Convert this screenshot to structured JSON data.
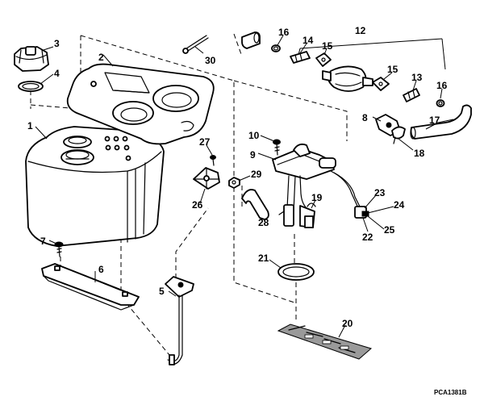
{
  "figure_ref": "PCA1381B",
  "callouts": [
    "1",
    "2",
    "3",
    "4",
    "5",
    "6",
    "7",
    "8",
    "9",
    "10",
    "12",
    "13",
    "14",
    "15",
    "15",
    "16",
    "16",
    "17",
    "18",
    "19",
    "20",
    "21",
    "22",
    "23",
    "24",
    "25",
    "26",
    "27",
    "28",
    "29",
    "30"
  ]
}
